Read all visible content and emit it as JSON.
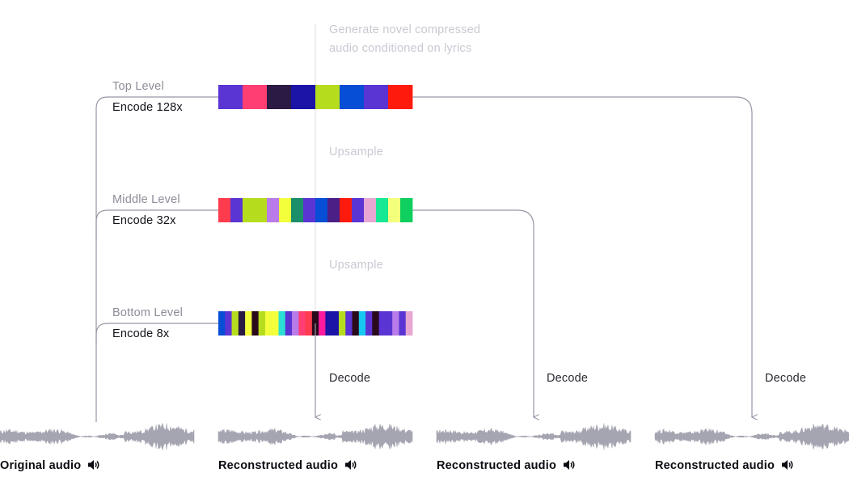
{
  "generate_note": [
    "Generate novel compressed",
    "audio conditioned on lyrics"
  ],
  "upsample_labels": [
    "Upsample",
    "Upsample"
  ],
  "levels": [
    {
      "name": "Top Level",
      "encode": "Encode 128x",
      "colors": [
        "#5a35d4",
        "#ff3f73",
        "#2b1a44",
        "#1c14a6",
        "#b6dc1e",
        "#064ed6",
        "#5a35d4",
        "#ff1a0e"
      ]
    },
    {
      "name": "Middle Level",
      "encode": "Encode 32x",
      "colors": [
        "#ff3b4e",
        "#5a35d4",
        "#b6dc1e",
        "#b6dc1e",
        "#b97be9",
        "#f4ff3c",
        "#1b8f6a",
        "#5a35d4",
        "#064ed6",
        "#4a1f86",
        "#ff1a0e",
        "#5a35d4",
        "#e7a7d2",
        "#17e893",
        "#f4ff7c",
        "#0fcf5f"
      ]
    },
    {
      "name": "Bottom Level",
      "encode": "Encode 8x",
      "colors": [
        "#064ed6",
        "#5a35d4",
        "#b6dc1e",
        "#2b1a44",
        "#f4ff3c",
        "#2a0a1a",
        "#b6dc1e",
        "#f4ff3c",
        "#f4ff3c",
        "#2be0d3",
        "#5a35d4",
        "#b97be9",
        "#ff3f73",
        "#ff3b4e",
        "#2a0a1a",
        "#ff1a9e",
        "#1c14a6",
        "#1c14a6",
        "#b6dc1e",
        "#5a35d4",
        "#2a0a1a",
        "#17c8f0",
        "#5a35d4",
        "#2a0a1a",
        "#5a35d4",
        "#5a35d4",
        "#b97be9",
        "#5a35d4",
        "#e7a7d2"
      ]
    }
  ],
  "decode_label": "Decode",
  "audio_labels": [
    "Original audio",
    "Reconstructed audio",
    "Reconstructed audio",
    "Reconstructed audio"
  ],
  "icons": {
    "speaker": "speaker-icon",
    "arrow": "arrow-down-icon"
  },
  "colors": {
    "line": "#9797a6",
    "waveform": "#a5a5b2"
  }
}
